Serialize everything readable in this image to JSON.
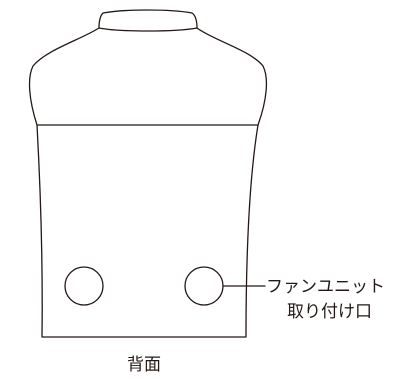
{
  "diagram": {
    "view_label": "背面",
    "callout": {
      "line1": "ファンユニット",
      "line2": "取り付け口"
    },
    "colors": {
      "stroke": "#231815",
      "background": "#ffffff"
    }
  }
}
